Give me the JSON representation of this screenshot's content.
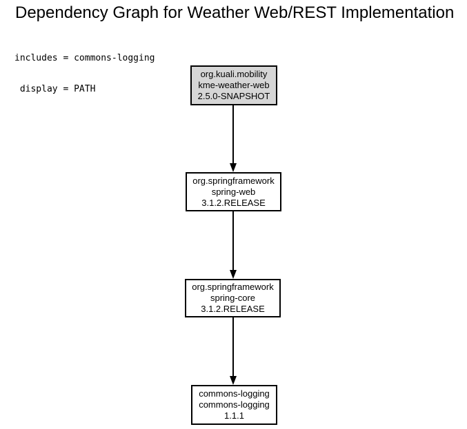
{
  "title": "Dependency Graph for Weather Web/REST Implementation",
  "parameters": {
    "includes_line": "includes = commons-logging",
    "display_line": " display = PATH"
  },
  "graph": {
    "orientation": "top-to-bottom",
    "edge_color": "#000000",
    "node_border_color": "#000000",
    "root_fill": "#d6d6d6",
    "default_fill": "#ffffff",
    "nodes": [
      {
        "id": "kme-weather-web",
        "group": "org.kuali.mobility",
        "artifact": "kme-weather-web",
        "version": "2.5.0-SNAPSHOT",
        "fill": "#d6d6d6"
      },
      {
        "id": "spring-web",
        "group": "org.springframework",
        "artifact": "spring-web",
        "version": "3.1.2.RELEASE",
        "fill": "#ffffff"
      },
      {
        "id": "spring-core",
        "group": "org.springframework",
        "artifact": "spring-core",
        "version": "3.1.2.RELEASE",
        "fill": "#ffffff"
      },
      {
        "id": "commons-logging",
        "group": "commons-logging",
        "artifact": "commons-logging",
        "version": "1.1.1",
        "fill": "#ffffff"
      }
    ],
    "edges": [
      {
        "from": "kme-weather-web",
        "to": "spring-web"
      },
      {
        "from": "spring-web",
        "to": "spring-core"
      },
      {
        "from": "spring-core",
        "to": "commons-logging"
      }
    ]
  }
}
